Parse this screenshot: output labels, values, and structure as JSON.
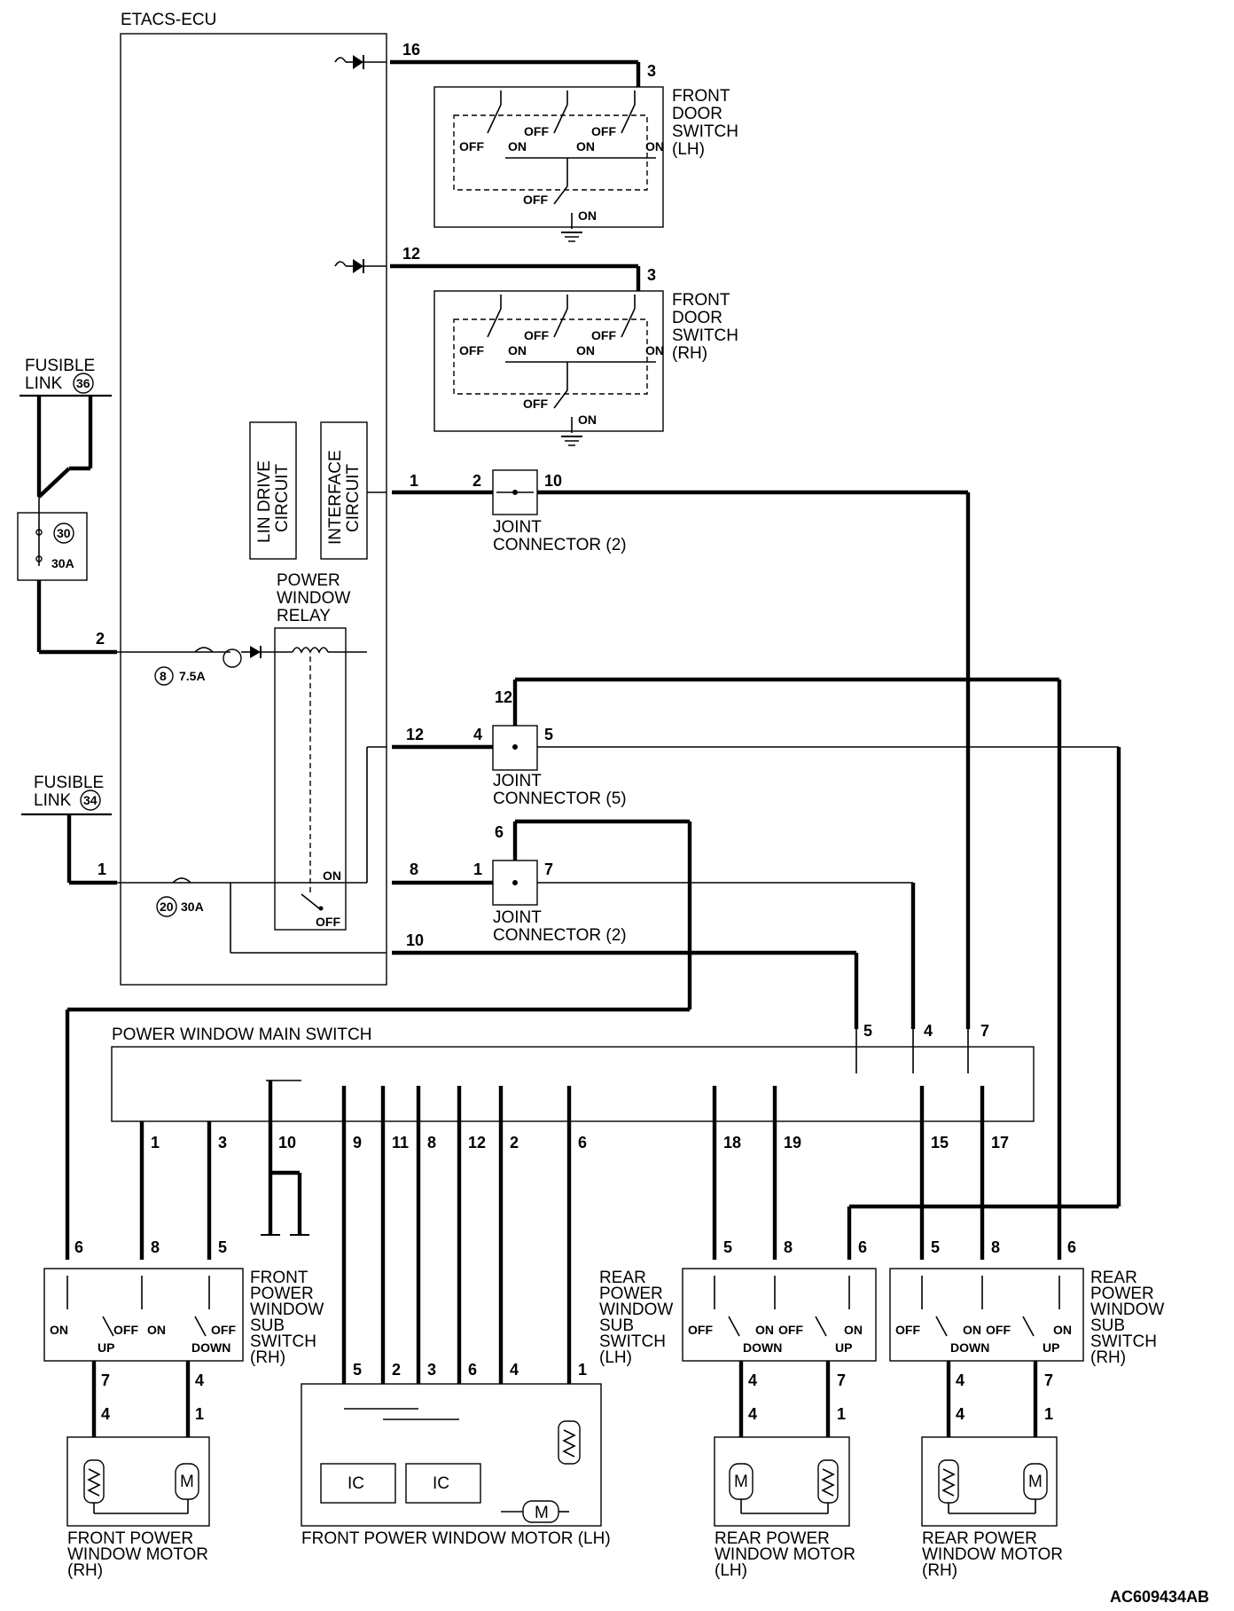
{
  "ecu": {
    "title": "ETACS-ECU"
  },
  "front_door_switch_lh": {
    "l1": "FRONT",
    "l2": "DOOR",
    "l3": "SWITCH",
    "l4": "(LH)",
    "pin_ecu": "16",
    "pin_sw": "3"
  },
  "front_door_switch_rh": {
    "l1": "FRONT",
    "l2": "DOOR",
    "l3": "SWITCH",
    "l4": "(RH)",
    "pin_ecu": "12",
    "pin_sw": "3"
  },
  "switch_states": {
    "off": "OFF",
    "on": "ON"
  },
  "fusible_link_36": {
    "l1": "FUSIBLE",
    "l2": "LINK",
    "num": "36"
  },
  "fusible_link_34": {
    "l1": "FUSIBLE",
    "l2": "LINK",
    "num": "34"
  },
  "fuse_30": {
    "num": "30",
    "rating": "30A"
  },
  "fuse_8": {
    "num": "8",
    "rating": "7.5A"
  },
  "fuse_20": {
    "num": "20",
    "rating": "30A"
  },
  "lin_drive": {
    "l1": "LIN DRIVE",
    "l2": "CIRCUIT"
  },
  "interface": {
    "l1": "INTERFACE",
    "l2": "CIRCUIT"
  },
  "relay": {
    "l1": "POWER",
    "l2": "WINDOW",
    "l3": "RELAY",
    "on": "ON",
    "off": "OFF"
  },
  "jc2_top": {
    "l1": "JOINT",
    "l2": "CONNECTOR (2)",
    "p_in": "2",
    "p_out": "10",
    "ecu_pin": "1"
  },
  "jc5": {
    "l1": "JOINT",
    "l2": "CONNECTOR  (5)",
    "p_in": "4",
    "p_out": "5",
    "p_top": "12",
    "ecu_pin": "12"
  },
  "jc2_bot": {
    "l1": "JOINT",
    "l2": "CONNECTOR (2)",
    "p_in": "1",
    "p_out": "7",
    "p_top": "6",
    "ecu_pin": "8"
  },
  "ecu_pins": {
    "p2": "2",
    "p1": "1",
    "p10": "10"
  },
  "main_switch": {
    "title": "POWER WINDOW MAIN SWITCH",
    "top_pins": [
      "5",
      "4",
      "7"
    ],
    "bottom_pins": [
      "1",
      "3",
      "10",
      "9",
      "11",
      "8",
      "12",
      "2",
      "6",
      "18",
      "19",
      "15",
      "17"
    ]
  },
  "front_sub_rh": {
    "l1": "FRONT",
    "l2": "POWER",
    "l3": "WINDOW",
    "l4": "SUB",
    "l5": "SWITCH",
    "l6": "(RH)",
    "top_pins": [
      "6",
      "8",
      "5"
    ],
    "bottom_pins": [
      "7",
      "4"
    ],
    "up": "UP",
    "down": "DOWN"
  },
  "rear_sub_lh": {
    "l1": "REAR",
    "l2": "POWER",
    "l3": "WINDOW",
    "l4": "SUB",
    "l5": "SWITCH",
    "l6": "(LH)",
    "top_pins": [
      "5",
      "8",
      "6"
    ],
    "bottom_pins": [
      "4",
      "7"
    ],
    "up": "UP",
    "down": "DOWN"
  },
  "rear_sub_rh": {
    "l1": "REAR",
    "l2": "POWER",
    "l3": "WINDOW",
    "l4": "SUB",
    "l5": "SWITCH",
    "l6": "(RH)",
    "top_pins": [
      "5",
      "8",
      "6"
    ],
    "bottom_pins": [
      "4",
      "7"
    ],
    "up": "UP",
    "down": "DOWN"
  },
  "motor_front_rh": {
    "l1": "FRONT POWER",
    "l2": "WINDOW MOTOR",
    "l3": "(RH)",
    "pins": [
      "4",
      "1"
    ]
  },
  "motor_front_lh": {
    "title": "FRONT POWER WINDOW MOTOR (LH)",
    "pins": [
      "5",
      "2",
      "3",
      "6",
      "4",
      "1"
    ],
    "ic": "IC"
  },
  "motor_rear_lh": {
    "l1": "REAR POWER",
    "l2": "WINDOW MOTOR",
    "l3": "(LH)",
    "pins": [
      "4",
      "1"
    ]
  },
  "motor_rear_rh": {
    "l1": "REAR POWER",
    "l2": "WINDOW MOTOR",
    "l3": "(RH)",
    "pins": [
      "4",
      "1"
    ]
  },
  "motor_symbol": "M",
  "figure_code": "AC609434AB"
}
